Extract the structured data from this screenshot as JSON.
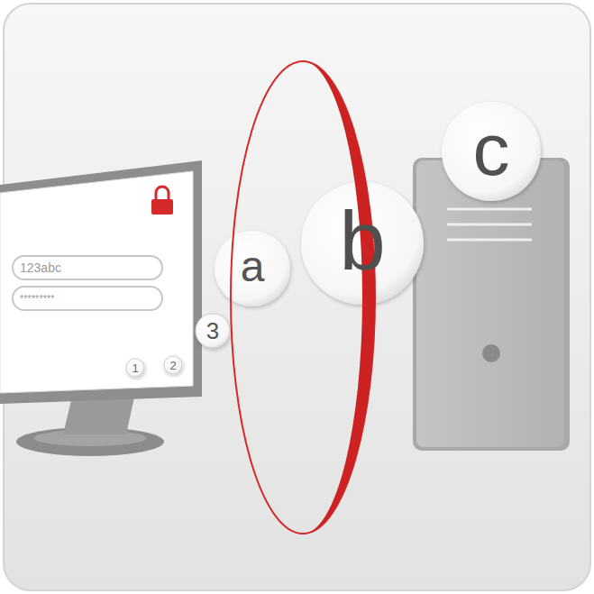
{
  "diagram": {
    "labels": [
      "123abc",
      "*********",
      "1",
      "2",
      "3",
      "a",
      "b",
      "c"
    ]
  }
}
